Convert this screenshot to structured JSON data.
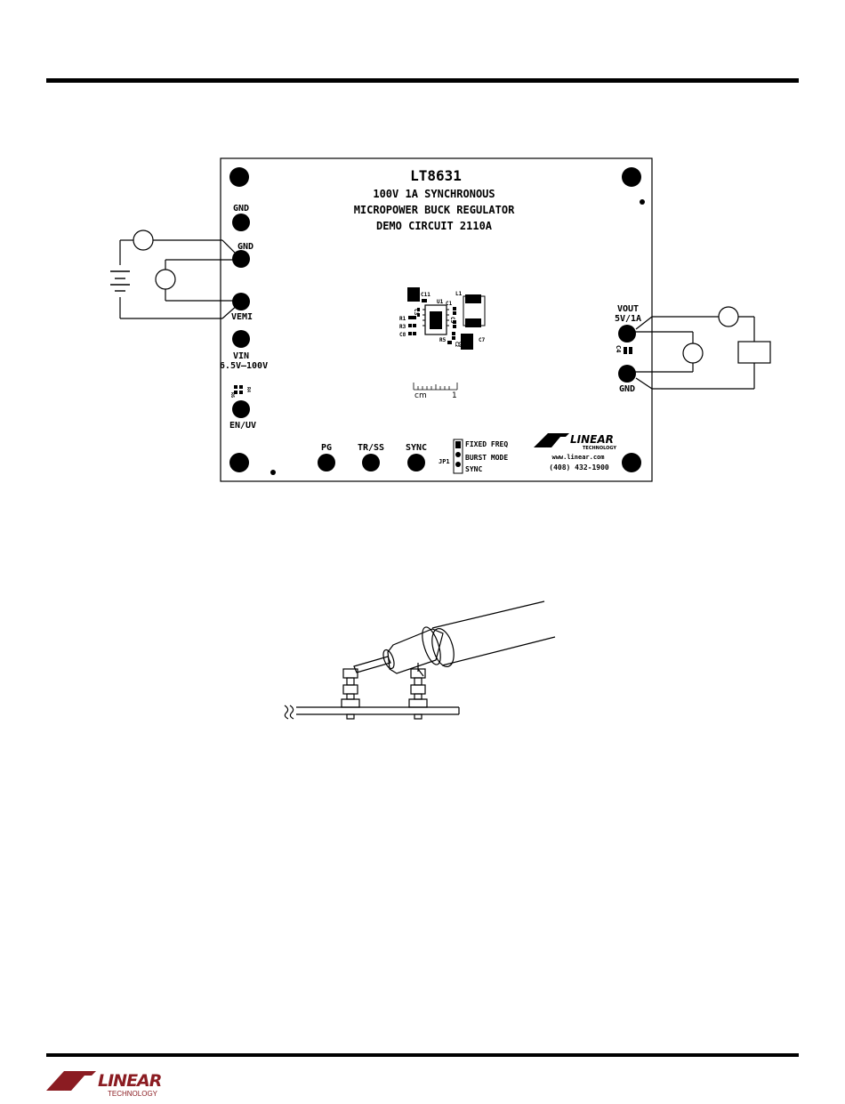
{
  "board": {
    "part_number": "LT8631",
    "title_line1": "100V 1A SYNCHRONOUS",
    "title_line2": "MICROPOWER BUCK REGULATOR",
    "title_line3": "DEMO CIRCUIT 2110A",
    "labels": {
      "gnd_top": "GND",
      "gnd_in": "GND",
      "vemi": "VEMI",
      "vin": "VIN",
      "vin_range": "6.5V–100V",
      "en_uv": "EN/UV",
      "vout": "VOUT",
      "vout_rating": "5V/1A",
      "gnd_out": "GND",
      "pg": "PG",
      "tr_ss": "TR/SS",
      "sync": "SYNC",
      "jp1": "JP1",
      "fixed_freq": "FIXED FREQ",
      "burst_mode": "BURST MODE",
      "sync_opt": "SYNC",
      "website": "www.linear.com",
      "phone": "(408) 432-1900",
      "cm": "cm",
      "ruler_1": "1",
      "brand": "LINEAR",
      "brand_sub": "TECHNOLOGY"
    },
    "components": {
      "c11": "C11",
      "u1": "U1",
      "l1": "L1",
      "c1": "C1",
      "r1": "R1",
      "c3": "C3",
      "r3": "R3",
      "c8": "C8",
      "c5": "C5",
      "c7": "C7",
      "r5": "R5",
      "c2": "C2",
      "c6": "C6",
      "c4": "C4",
      "r4": "R4",
      "r6": "R6"
    }
  },
  "footer": {
    "brand": "LINEAR",
    "brand_sub": "TECHNOLOGY"
  },
  "colors": {
    "ink": "#000000",
    "paper": "#ffffff"
  }
}
